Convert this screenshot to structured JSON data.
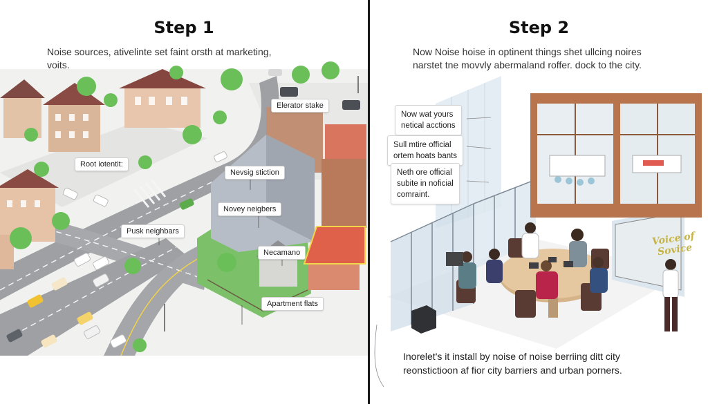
{
  "left_panel": {
    "title": "Step 1",
    "caption_line1": "Noise sources, ativelinte set faint orsth at marketing,",
    "caption_line2": "voits.",
    "labels": {
      "elevator": "Elerator stake",
      "root": "Root iotentit:",
      "station": "Nevsig stiction",
      "noisy": "Novey neigbers",
      "pusk": "Pusk neighbars",
      "necamano": "Necamano",
      "apartment": "Apartment flats"
    }
  },
  "right_panel": {
    "title": "Step 2",
    "caption_line1": "Now Noise hoise in optinent things shet ullcing noires",
    "caption_line2": "narstet tne movvly abermaland roffer. dock to the city.",
    "labels": {
      "actions_line1": "Now wat yours",
      "actions_line2": "netical acctions",
      "official_line1": "Sull mtire official",
      "official_line2": "ortem hoats bants",
      "subite_line1": "Neth ore official",
      "subite_line2": "subite in noficial",
      "subite_line3": "comraint."
    },
    "sign_line1": "Voice of",
    "sign_line2": "Sovice",
    "bottom_line1": "Inorelet's it install by noise of noise berriing ditt city",
    "bottom_line2": "reonstictioon af fior city barriers and urban porners."
  }
}
